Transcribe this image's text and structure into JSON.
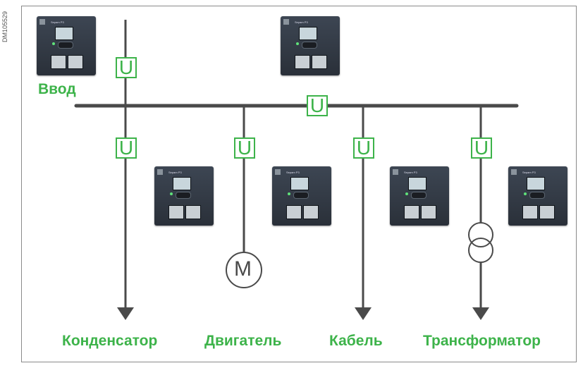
{
  "document_id": "DM105529",
  "colors": {
    "accent": "#3db34a",
    "bus_line": "#4a4a4a",
    "relay_body": "#2f3640"
  },
  "voltage_symbol": "U",
  "motor_symbol": "M",
  "incomer_label": "Ввод",
  "relay_brand": "Sepam P3",
  "feeders": [
    {
      "label": "Конденсатор",
      "load": "arrow"
    },
    {
      "label": "Двигатель",
      "load": "motor"
    },
    {
      "label": "Кабель",
      "load": "arrow"
    },
    {
      "label": "Трансформатор",
      "load": "transformer-arrow"
    }
  ],
  "icons": [
    "relay-icon",
    "down-arrow-icon",
    "motor-icon",
    "transformer-icon"
  ]
}
